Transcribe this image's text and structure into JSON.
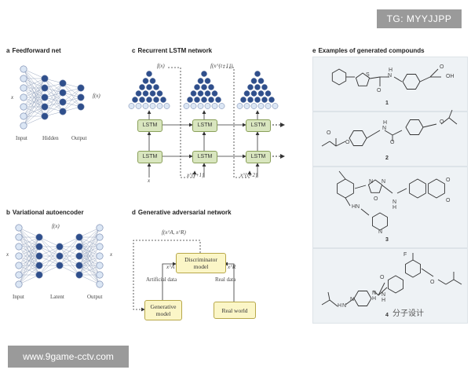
{
  "watermarks": {
    "top_right": "TG: MYYJJPP",
    "bottom_left": "www.9game-cctv.com",
    "wechat": "分子设计"
  },
  "panel_a": {
    "letter": "a",
    "title": "Feedforward net",
    "input_var": "x",
    "output_var": "f(x)",
    "labels": [
      "Input",
      "Hidden",
      "Output"
    ]
  },
  "panel_b": {
    "letter": "b",
    "title": "Variational autoencoder",
    "input_var": "x",
    "latent_var": "f(x)",
    "output_var": "x",
    "labels": [
      "Input",
      "Latent",
      "Output"
    ]
  },
  "panel_c": {
    "letter": "c",
    "title": "Recurrent LSTM network",
    "cell_label": "LSTM",
    "outputs": [
      "f(x)",
      "f(x^{t+1})"
    ],
    "inputs": [
      "x",
      "x^{t+1}",
      "x^{t+2}"
    ]
  },
  "panel_d": {
    "letter": "d",
    "title": "Generative adversarial network",
    "feedback": "f(x^A, x^R)",
    "discriminator": "Discriminator model",
    "generative": "Generative model",
    "real_world": "Real world",
    "artificial_data": "Artificial data",
    "real_data": "Real data",
    "xa": "x^A",
    "xr": "x^R"
  },
  "panel_e": {
    "letter": "e",
    "title": "Examples of generated compounds",
    "compounds": [
      "1",
      "2",
      "3",
      "4"
    ],
    "atoms": {
      "S": "S",
      "O": "O",
      "OH": "OH",
      "N": "N",
      "H": "H",
      "HN": "HN",
      "F": "F"
    }
  },
  "colors": {
    "node_blue": "#2f4f8c",
    "node_light": "#dbe6f4",
    "lstm_green": "#d9e6bf",
    "yellow_box": "#fbf6c7",
    "compound_bg": "#eef2f5"
  }
}
